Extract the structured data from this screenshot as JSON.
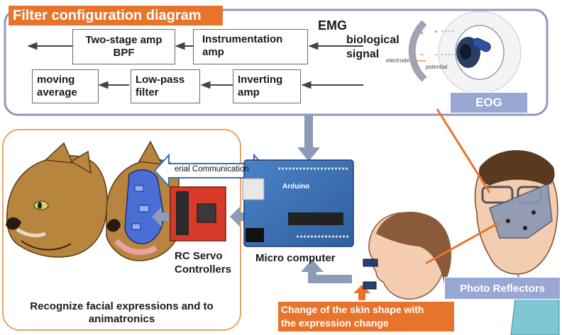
{
  "filter_panel": {
    "title": "Filter configuration diagram",
    "emg": "EMG",
    "bio_signal_line1": "biological",
    "bio_signal_line2": "signal",
    "electrode": "electrode",
    "potential": "potential",
    "row1": {
      "box1_line1": "Two-stage amp",
      "box1_line2": "BPF",
      "box2_line1": "Instrumentation",
      "box2_line2": "amp"
    },
    "row2": {
      "box1_line1": "moving",
      "box1_line2": "average",
      "box2_line1": "Low-pass",
      "box2_line2": "filter",
      "box3_line1": "Inverting",
      "box3_line2": "amp"
    },
    "eog": "EOG"
  },
  "serial_comm": "erial Communication",
  "arduino": "Arduino",
  "micro_computer": "Micro computer",
  "rc_servo_line1": "RC Servo",
  "rc_servo_line2": "Controllers",
  "recognize_line1": "Recognize facial expressions and to",
  "recognize_line2": "animatronics",
  "skin_change_line1": "Change of the skin shape with",
  "skin_change_line2": "the expression change",
  "photo_reflectors": "Photo Reflectors",
  "colors": {
    "orange": "#e8742c",
    "panel_border": "#8f9ab8",
    "arrow_blue": "#8d9ab8",
    "eog_fill": "#98a7d3",
    "arduino_blue": "#3c6fb5",
    "servo_red": "#d83a2a"
  }
}
